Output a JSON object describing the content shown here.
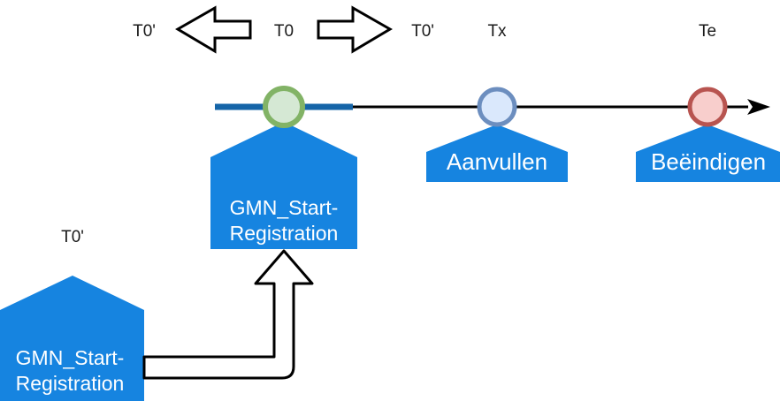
{
  "diagram": {
    "type": "timeline-process-diagram",
    "background_color": "#ffffff",
    "timeline": {
      "name": "time-axis",
      "line_color_highlight": "#1565a8",
      "line_color_default": "#000000",
      "has_end_arrowhead": true
    },
    "top_labels": [
      {
        "id": "t0-prime-left",
        "text": "T0'"
      },
      {
        "id": "t0-center",
        "text": "T0"
      },
      {
        "id": "t0-prime-right",
        "text": "T0'"
      },
      {
        "id": "tx",
        "text": "Tx"
      },
      {
        "id": "te",
        "text": "Te"
      }
    ],
    "shift_arrows": [
      {
        "id": "shift-left-arrow",
        "direction": "left",
        "fill": "#ffffff",
        "stroke": "#000000"
      },
      {
        "id": "shift-right-arrow",
        "direction": "right",
        "fill": "#ffffff",
        "stroke": "#000000"
      }
    ],
    "events": [
      {
        "id": "event-start",
        "marker_color_ring": "#82b366",
        "marker_color_fill": "#d5e8d4",
        "label": "GMN_Start-Registration",
        "label_lines": [
          "GMN_Start-",
          "Registration"
        ],
        "shape_fill": "#1684e0",
        "timeline_label": "T0"
      },
      {
        "id": "event-supplement",
        "marker_color_ring": "#6c8ebf",
        "marker_color_fill": "#dae8fc",
        "label": "Aanvullen",
        "label_lines": [
          "Aanvullen"
        ],
        "shape_fill": "#1684e0",
        "timeline_label": "Tx"
      },
      {
        "id": "event-end",
        "marker_color_ring": "#b85450",
        "marker_color_fill": "#f8cecc",
        "label": "Beëindigen",
        "label_lines": [
          "Beëindigen"
        ],
        "shape_fill": "#1684e0",
        "timeline_label": "Te"
      }
    ],
    "correction": {
      "id": "correction-registration",
      "time_label": "T0'",
      "label": "GMN_Start-Registration",
      "label_lines": [
        "GMN_Start-",
        "Registration"
      ],
      "shape_fill": "#1684e0",
      "connector": {
        "id": "correction-connector-arrow",
        "direction": "up",
        "fill": "#ffffff",
        "stroke": "#000000",
        "from": "correction-registration",
        "to": "event-start"
      }
    }
  }
}
